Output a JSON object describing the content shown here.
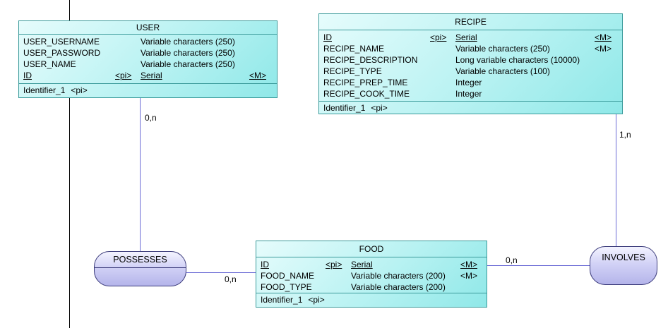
{
  "entities": {
    "user": {
      "title": "USER",
      "attributes": [
        {
          "name": "USER_USERNAME",
          "flag": "",
          "type": "Variable characters (250)",
          "mand": ""
        },
        {
          "name": "USER_PASSWORD",
          "flag": "",
          "type": "Variable characters (250)",
          "mand": ""
        },
        {
          "name": "USER_NAME",
          "flag": "",
          "type": "Variable characters (250)",
          "mand": ""
        },
        {
          "name": "ID",
          "flag": "<pi>",
          "type": "Serial",
          "mand": "<M>"
        }
      ],
      "identifiers": [
        {
          "name": "Identifier_1",
          "tag": "<pi>"
        }
      ]
    },
    "recipe": {
      "title": "RECIPE",
      "attributes": [
        {
          "name": "ID",
          "flag": "<pi>",
          "type": "Serial",
          "mand": "<M>"
        },
        {
          "name": "RECIPE_NAME",
          "flag": "",
          "type": "Variable characters (250)",
          "mand": "<M>"
        },
        {
          "name": "RECIPE_DESCRIPTION",
          "flag": "",
          "type": "Long variable characters (10000)",
          "mand": ""
        },
        {
          "name": "RECIPE_TYPE",
          "flag": "",
          "type": "Variable characters (100)",
          "mand": ""
        },
        {
          "name": "RECIPE_PREP_TIME",
          "flag": "",
          "type": "Integer",
          "mand": ""
        },
        {
          "name": "RECIPE_COOK_TIME",
          "flag": "",
          "type": "Integer",
          "mand": ""
        }
      ],
      "identifiers": [
        {
          "name": "Identifier_1",
          "tag": "<pi>"
        }
      ]
    },
    "food": {
      "title": "FOOD",
      "attributes": [
        {
          "name": "ID",
          "flag": "<pi>",
          "type": "Serial",
          "mand": "<M>"
        },
        {
          "name": "FOOD_NAME",
          "flag": "",
          "type": "Variable characters (200)",
          "mand": "<M>"
        },
        {
          "name": "FOOD_TYPE",
          "flag": "",
          "type": "Variable characters (200)",
          "mand": ""
        }
      ],
      "identifiers": [
        {
          "name": "Identifier_1",
          "tag": "<pi>"
        }
      ]
    }
  },
  "relations": {
    "possesses": {
      "title": "POSSESSES"
    },
    "involves": {
      "title": "INVOLVES"
    }
  },
  "cardinalities": {
    "user_possesses": "0,n",
    "food_possesses": "0,n",
    "food_involves": "0,n",
    "recipe_involves": "1,n"
  },
  "colors": {
    "entity_border": "#3a9a9a",
    "entity_fill": "#b8f2f2",
    "relation_fill": "#d2d2f6",
    "connector": "#6b6bd6"
  }
}
